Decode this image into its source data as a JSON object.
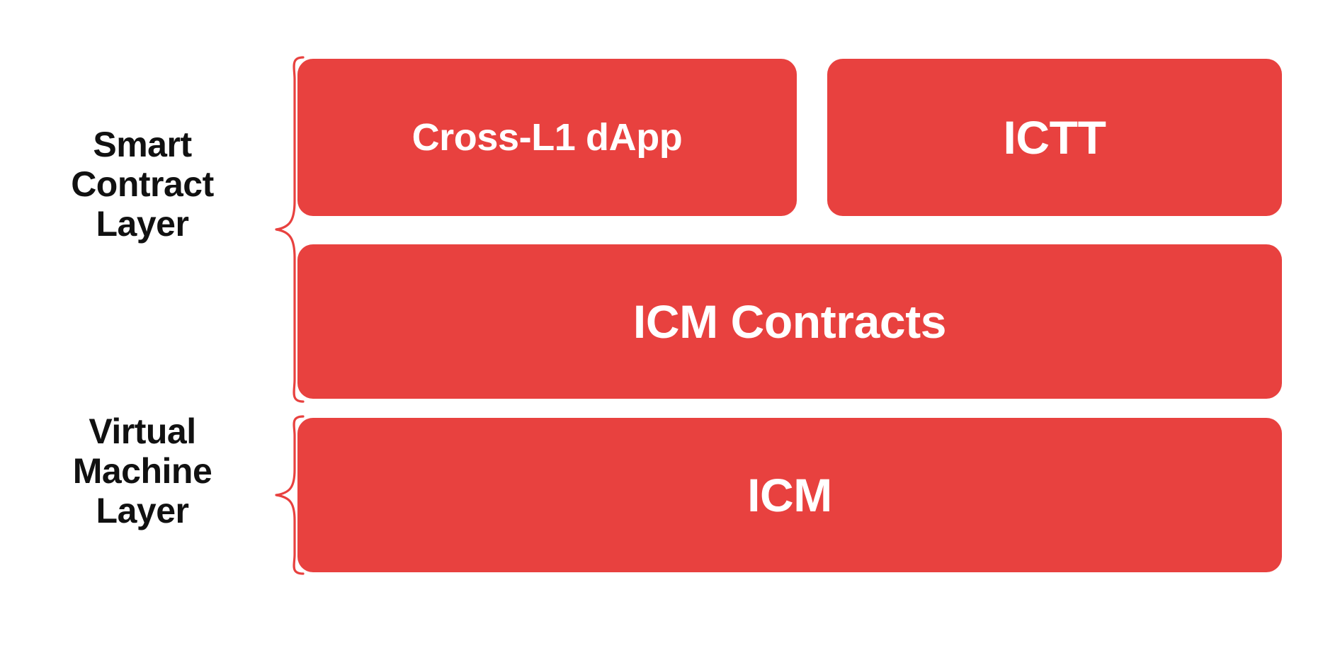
{
  "diagram": {
    "title": "ICM / Smart Contract Layer Stack",
    "background_color": "#FFFFFF",
    "accent_color": "#E8413F",
    "box_text_color": "#FFFFFF",
    "label_text_color": "#111111",
    "brace_color": "#E8413F"
  },
  "layers": [
    {
      "id": "smart-contract-layer",
      "label": "Smart\nContract\nLayer",
      "brace_name": "curly-brace-icon",
      "rows": [
        {
          "id": "row-apps",
          "boxes": [
            {
              "id": "cross-l1-dapp",
              "label": "Cross-L1 dApp"
            },
            {
              "id": "ictt",
              "label": "ICTT"
            }
          ]
        },
        {
          "id": "row-icm-contracts",
          "boxes": [
            {
              "id": "icm-contracts",
              "label": "ICM Contracts"
            }
          ]
        }
      ]
    },
    {
      "id": "virtual-machine-layer",
      "label": "Virtual\nMachine\nLayer",
      "brace_name": "curly-brace-icon",
      "rows": [
        {
          "id": "row-icm",
          "boxes": [
            {
              "id": "icm",
              "label": "ICM"
            }
          ]
        }
      ]
    }
  ]
}
